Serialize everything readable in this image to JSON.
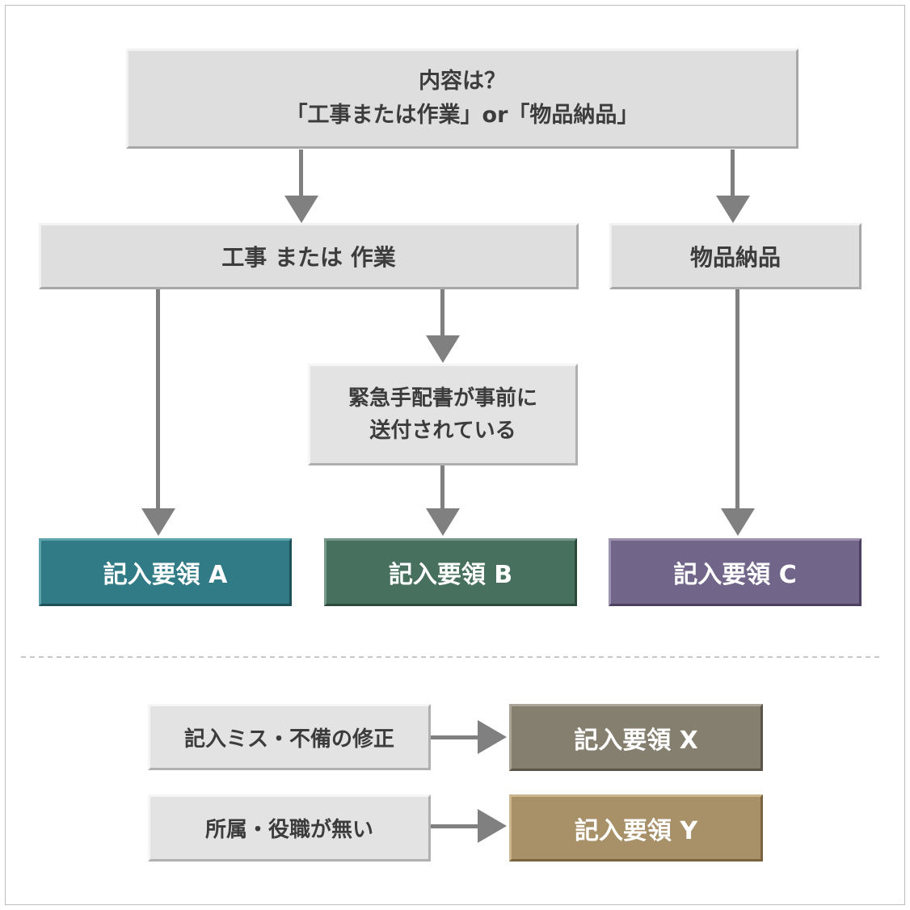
{
  "diagram": {
    "top_question": {
      "line1": "内容は？",
      "line2": "「工事または作業」or「物品納品」"
    },
    "branch_work": "工事 または 作業",
    "branch_goods": "物品納品",
    "condition": {
      "line1": "緊急手配書が事前に",
      "line2": "送付されている"
    },
    "result_a": "記入要領 A",
    "result_b": "記入要領 B",
    "result_c": "記入要領 C"
  },
  "extras": {
    "fix_label": "記入ミス・不備の修正",
    "result_x": "記入要領 X",
    "no_affiliation_label": "所属・役職が無い",
    "result_y": "記入要領 Y"
  },
  "colors": {
    "arrow": "#808080",
    "result_a": "#307b85",
    "result_b": "#47715e",
    "result_c": "#72658a",
    "result_x": "#857f70",
    "result_y": "#a89068"
  }
}
